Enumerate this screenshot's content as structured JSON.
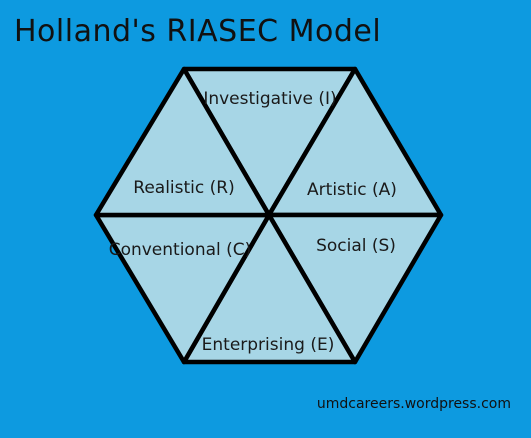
{
  "title": "Holland's RIASEC Model",
  "segments": [
    {
      "key": "investigative",
      "label": "Investigative (I)"
    },
    {
      "key": "artistic",
      "label": "Artistic (A)"
    },
    {
      "key": "social",
      "label": "Social (S)"
    },
    {
      "key": "enterprising",
      "label": "Enterprising (E)"
    },
    {
      "key": "conventional",
      "label": "Conventional (C)"
    },
    {
      "key": "realistic",
      "label": "Realistic (R)"
    }
  ],
  "credit": "umdcareers.wordpress.com",
  "colors": {
    "background": "#0d9ae0",
    "segment_fill": "#a7d6e6",
    "outline": "#000000"
  }
}
